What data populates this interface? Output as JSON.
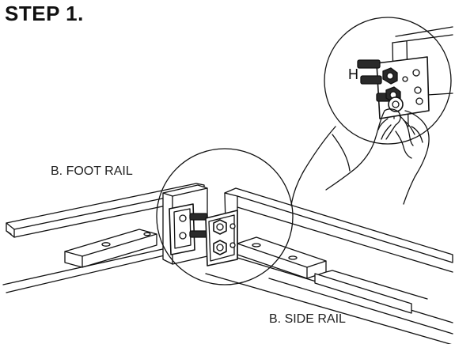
{
  "step": {
    "title": "STEP 1."
  },
  "labels": {
    "foot_rail": "B. FOOT RAIL",
    "side_rail": "B. SIDE RAIL",
    "hardware": "H"
  },
  "colors": {
    "line": "#111111",
    "background": "#ffffff",
    "metal": "#2a2a2a"
  }
}
